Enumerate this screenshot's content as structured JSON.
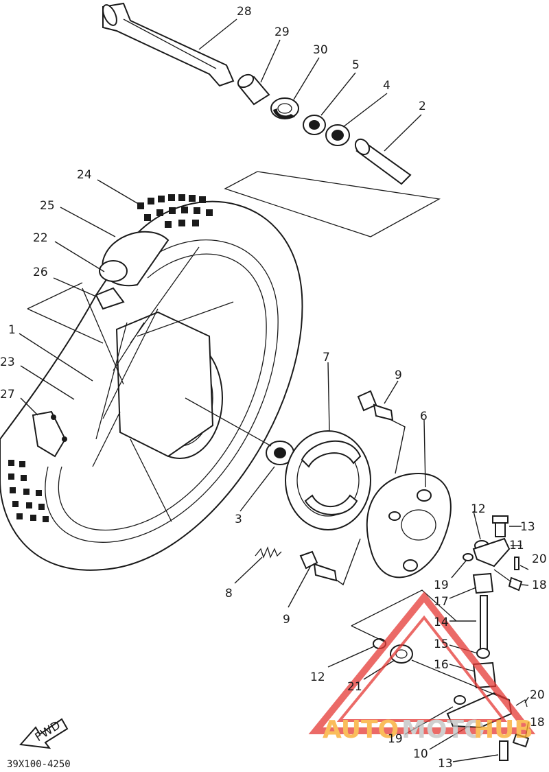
{
  "diagram_code": "39X100-4250",
  "fwd_label": "FWD",
  "watermark": {
    "part_a": "AUTO",
    "part_b": "MOTO",
    "part_c": "HUB",
    "brand_color": "#f9a825",
    "accent_color": "#e53935"
  },
  "callouts": [
    {
      "label": "28",
      "name": "callout-28"
    },
    {
      "label": "29",
      "name": "callout-29"
    },
    {
      "label": "30",
      "name": "callout-30"
    },
    {
      "label": "5",
      "name": "callout-5"
    },
    {
      "label": "4",
      "name": "callout-4"
    },
    {
      "label": "2",
      "name": "callout-2"
    },
    {
      "label": "24",
      "name": "callout-24"
    },
    {
      "label": "25",
      "name": "callout-25"
    },
    {
      "label": "22",
      "name": "callout-22"
    },
    {
      "label": "26",
      "name": "callout-26"
    },
    {
      "label": "1",
      "name": "callout-1"
    },
    {
      "label": "23",
      "name": "callout-23"
    },
    {
      "label": "27",
      "name": "callout-27"
    },
    {
      "label": "7",
      "name": "callout-7"
    },
    {
      "label": "9",
      "name": "callout-9-top"
    },
    {
      "label": "6",
      "name": "callout-6"
    },
    {
      "label": "3",
      "name": "callout-3"
    },
    {
      "label": "8",
      "name": "callout-8"
    },
    {
      "label": "9",
      "name": "callout-9-bottom"
    },
    {
      "label": "12",
      "name": "callout-12-top"
    },
    {
      "label": "13",
      "name": "callout-13-top"
    },
    {
      "label": "11",
      "name": "callout-11"
    },
    {
      "label": "19",
      "name": "callout-19-top"
    },
    {
      "label": "20",
      "name": "callout-20-top"
    },
    {
      "label": "18",
      "name": "callout-18-top"
    },
    {
      "label": "17",
      "name": "callout-17"
    },
    {
      "label": "14",
      "name": "callout-14"
    },
    {
      "label": "15",
      "name": "callout-15"
    },
    {
      "label": "16",
      "name": "callout-16"
    },
    {
      "label": "12",
      "name": "callout-12-bottom"
    },
    {
      "label": "21",
      "name": "callout-21"
    },
    {
      "label": "20",
      "name": "callout-20-bottom"
    },
    {
      "label": "18",
      "name": "callout-18-bottom"
    },
    {
      "label": "19",
      "name": "callout-19-bottom"
    },
    {
      "label": "10",
      "name": "callout-10"
    },
    {
      "label": "13",
      "name": "callout-13-bottom"
    }
  ]
}
